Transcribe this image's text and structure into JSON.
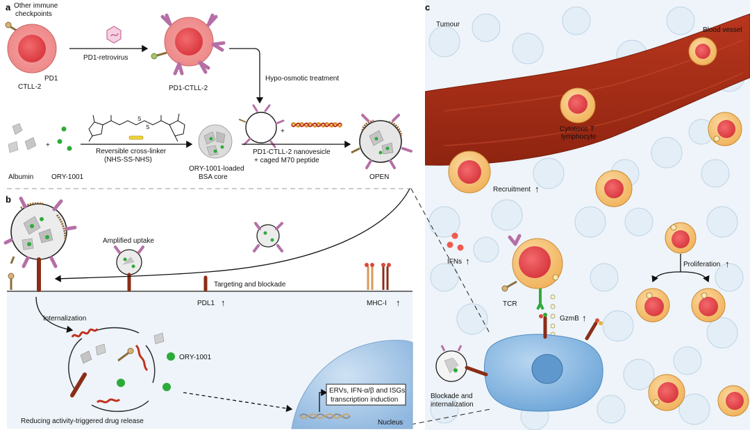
{
  "panels": {
    "a": "a",
    "b": "b",
    "c": "c"
  },
  "panel_a": {
    "other_checkpoints_1": "Other immune",
    "other_checkpoints_2": "checkpoints",
    "pd1": "PD1",
    "ctll2": "CTLL-2",
    "retrovirus": "PD1-retrovirus",
    "pd1_ctll2": "PD1-CTLL-2",
    "hypo_osmotic": "Hypo-osmotic treatment",
    "albumin": "Albumin",
    "ory1001": "ORY-1001",
    "plus1": "+",
    "plus2": "+",
    "crosslinker_1": "Reversible cross-linker",
    "crosslinker_2": "(NHS-SS-NHS)",
    "bsa_core_1": "ORY-1001-loaded",
    "bsa_core_2": "BSA core",
    "nanovesicle_1": "PD1-CTLL-2 nanovesicle",
    "nanovesicle_2": "+ caged M70 peptide",
    "open": "OPEN"
  },
  "panel_b": {
    "amplified_uptake": "Amplified uptake",
    "targeting": "Targeting and blockade",
    "pdl1": "PDL1",
    "mhc1": "MHC-I",
    "internalization": "Internalization",
    "ory1001": "ORY-1001",
    "transcription_1": "ERVs, IFN-α/β and ISGs",
    "transcription_2": "transcription induction",
    "nucleus": "Nucleus",
    "drug_release": "Reducing activity-triggered drug release"
  },
  "panel_c": {
    "tumour": "Tumour",
    "blood_vessel": "Blood vessel",
    "cytotoxic_1": "Cytotoxic T",
    "cytotoxic_2": "lymphocyte",
    "recruitment": "Recruitment",
    "ifns": "IFNs",
    "proliferation": "Proliferation",
    "tcr": "TCR",
    "gzmb": "GzmB",
    "blockade_1": "Blockade and",
    "blockade_2": "internalization"
  },
  "symbols": {
    "up_arrow": "↑"
  },
  "colors": {
    "cell_pink": "#f08c8c",
    "nucleus_red": "#e5484d",
    "tcell_orange": "#f7c67a",
    "vessel_red": "#a82d17",
    "tumour_blue": "#a9cdec",
    "receptor_purple": "#b56fa6",
    "drug_green": "#2eaa3a"
  }
}
